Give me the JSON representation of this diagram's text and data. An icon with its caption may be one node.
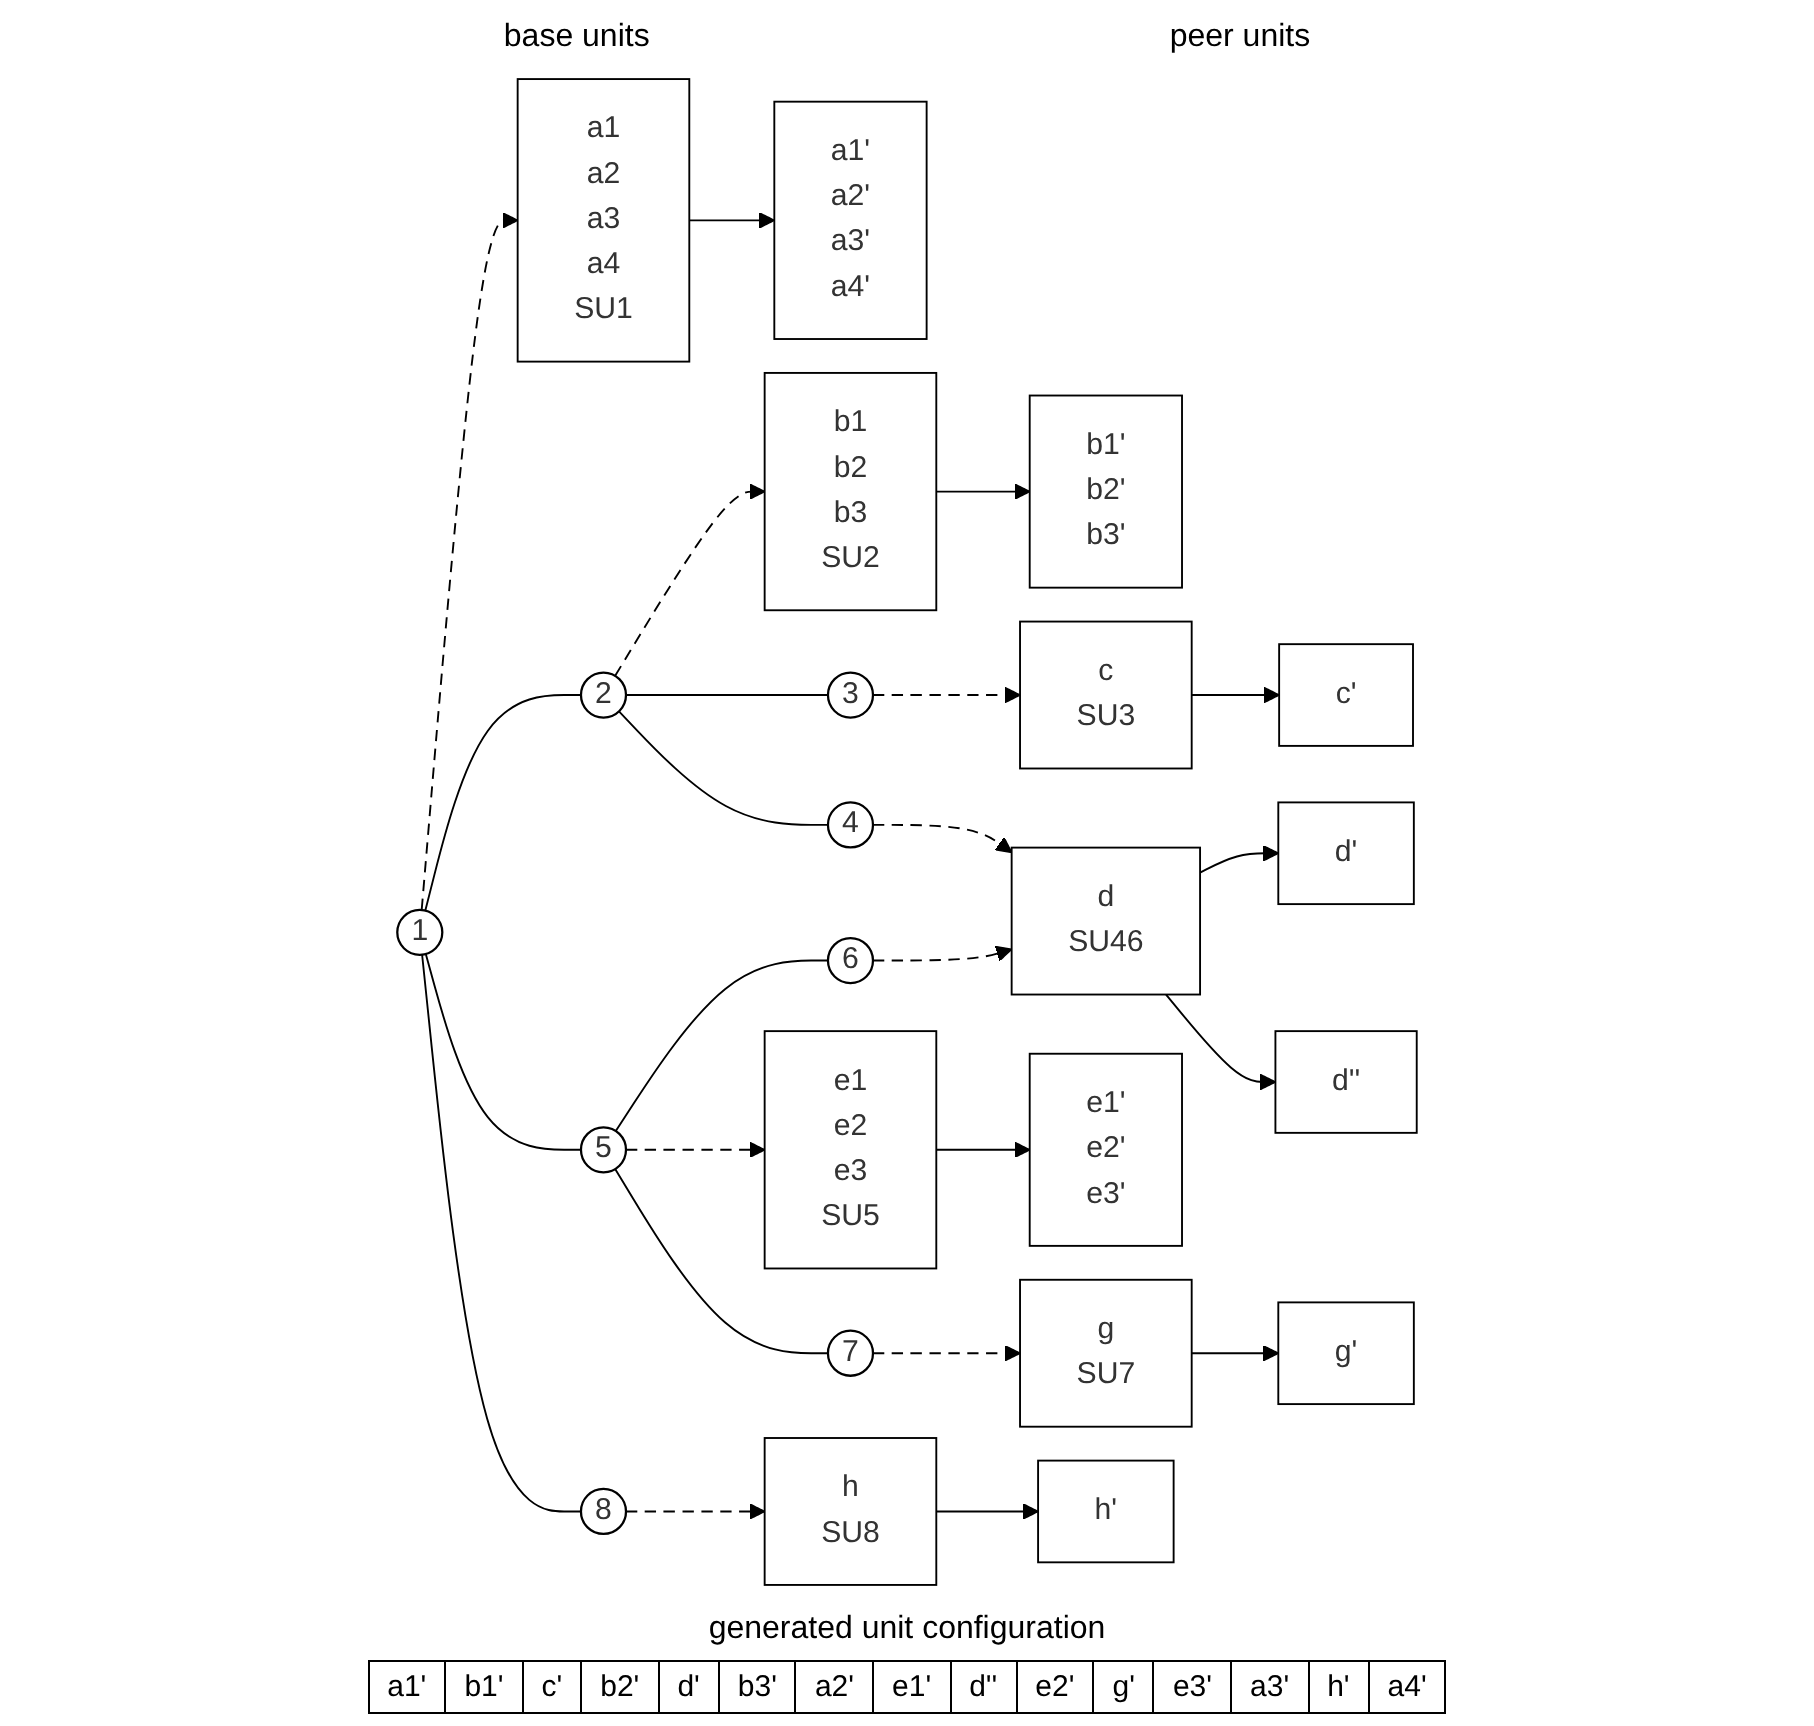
{
  "diagram": {
    "nodes": [
      {
        "text": [
          "1"
        ]
      },
      {
        "text": [
          "a1",
          "a2",
          "a3",
          "a4",
          "SU1"
        ]
      },
      {
        "text": [
          "a1'",
          "a2'",
          "a3'",
          "a4'"
        ]
      },
      {
        "text": [
          "2"
        ]
      },
      {
        "text": [
          "b1",
          "b2",
          "b3",
          "SU2"
        ]
      },
      {
        "text": [
          "b1'",
          "b2'",
          "b3'"
        ]
      },
      {
        "text": [
          "3"
        ]
      },
      {
        "text": [
          "c",
          "SU3"
        ]
      },
      {
        "text": [
          "c'"
        ]
      },
      {
        "text": [
          "4"
        ]
      },
      {
        "text": [
          "d",
          "SU46"
        ]
      },
      {
        "text": [
          "d'"
        ]
      },
      {
        "text": [
          "5"
        ]
      },
      {
        "text": [
          "e1",
          "e2",
          "e3",
          "SU5"
        ]
      },
      {
        "text": [
          "e1'",
          "e2'",
          "e3'"
        ]
      },
      {
        "text": [
          "6"
        ]
      },
      {
        "text": [
          "d''"
        ]
      },
      {
        "text": [
          "7"
        ]
      },
      {
        "text": [
          "g",
          "SU7"
        ]
      },
      {
        "text": [
          "g'"
        ]
      },
      {
        "text": [
          "8"
        ]
      },
      {
        "text": [
          "h",
          "SU8"
        ]
      },
      {
        "text": [
          "h'"
        ]
      }
    ],
    "edges": [
      {
        "from": 0,
        "to": 3,
        "arrow": "none"
      },
      {
        "from": 0,
        "to": 12,
        "arrow": "none"
      },
      {
        "from": 0,
        "to": 20,
        "arrow": "none"
      },
      {
        "from": 3,
        "to": 6,
        "arrow": "none"
      },
      {
        "from": 3,
        "to": 9,
        "arrow": "none"
      },
      {
        "from": 12,
        "to": 15,
        "arrow": "none"
      },
      {
        "from": 12,
        "to": 17,
        "arrow": "none"
      },
      {
        "from": 0,
        "to": 1,
        "arrow": "to",
        "style": "dashed"
      },
      {
        "from": 3,
        "to": 4,
        "arrow": "to",
        "style": "dashed"
      },
      {
        "from": 6,
        "to": 7,
        "arrow": "to",
        "style": "dashed"
      },
      {
        "from": 9,
        "to": 10,
        "arrow": "to",
        "style": "dashed"
      },
      {
        "from": 12,
        "to": 13,
        "arrow": "to",
        "style": "dashed"
      },
      {
        "from": 15,
        "to": 10,
        "arrow": "to",
        "style": "dashed"
      },
      {
        "from": 17,
        "to": 18,
        "arrow": "to",
        "style": "dashed"
      },
      {
        "from": 20,
        "to": 21,
        "arrow": "to",
        "style": "dashed"
      },
      {
        "from": 1,
        "to": 2,
        "arrow": "to"
      },
      {
        "from": 4,
        "to": 5,
        "arrow": "to"
      },
      {
        "from": 7,
        "to": 8,
        "arrow": "to"
      },
      {
        "from": 10,
        "to": 11,
        "arrow": "to"
      },
      {
        "from": 13,
        "to": 14,
        "arrow": "to"
      },
      {
        "from": 10,
        "to": 16,
        "arrow": "to"
      },
      {
        "from": 18,
        "to": 19,
        "arrow": "to"
      },
      {
        "from": 21,
        "to": 22,
        "arrow": "to"
      }
    ],
    "labels": [
      "base units",
      "peer units",
      "generated unit configuration",
      "a1'",
      "b1'",
      "c'",
      "b2'",
      "d'",
      "b3'",
      "a2'",
      "e1'",
      "d''",
      "e2'",
      "g'",
      "e3'",
      "a3'",
      "h'",
      "a4'"
    ]
  }
}
